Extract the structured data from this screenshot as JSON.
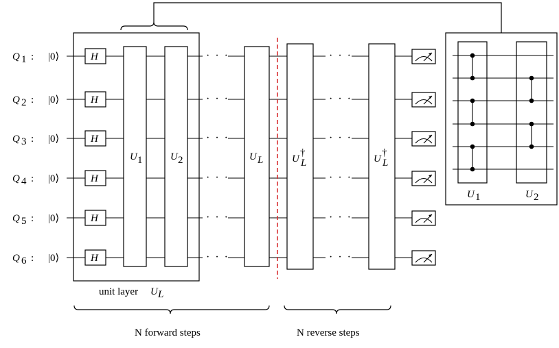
{
  "qubits": [
    {
      "name": "Q",
      "sub": "1",
      "state": "|0⟩"
    },
    {
      "name": "Q",
      "sub": "2",
      "state": "|0⟩"
    },
    {
      "name": "Q",
      "sub": "3",
      "state": "|0⟩"
    },
    {
      "name": "Q",
      "sub": "4",
      "state": "|0⟩"
    },
    {
      "name": "Q",
      "sub": "5",
      "state": "|0⟩"
    },
    {
      "name": "Q",
      "sub": "6",
      "state": "|0⟩"
    }
  ],
  "qubit_separator": ":",
  "hadamard_label": "H",
  "ellipsis": "· · ·",
  "gates": {
    "u1": {
      "main": "U",
      "sub": "1"
    },
    "u2": {
      "main": "U",
      "sub": "2"
    },
    "ul": {
      "main": "U",
      "sub": "L"
    },
    "uld1": {
      "main": "U",
      "sub": "L",
      "sup": "†"
    },
    "uld2": {
      "main": "U",
      "sub": "L",
      "sup": "†"
    }
  },
  "unit_layer_label": {
    "text": "unit layer",
    "main": "U",
    "sub": "L"
  },
  "forward_steps_label": "N forward steps",
  "reverse_steps_label": "N reverse steps",
  "inset": {
    "u1_label": {
      "main": "U",
      "sub": "1"
    },
    "u2_label": {
      "main": "U",
      "sub": "2"
    },
    "u1_controls": [
      [
        0,
        1
      ],
      [
        2,
        3
      ],
      [
        4,
        5
      ]
    ],
    "u2_controls": [
      [
        1,
        2
      ],
      [
        3,
        4
      ]
    ]
  },
  "colors": {
    "divider": "#d62728",
    "ink": "#000000"
  }
}
